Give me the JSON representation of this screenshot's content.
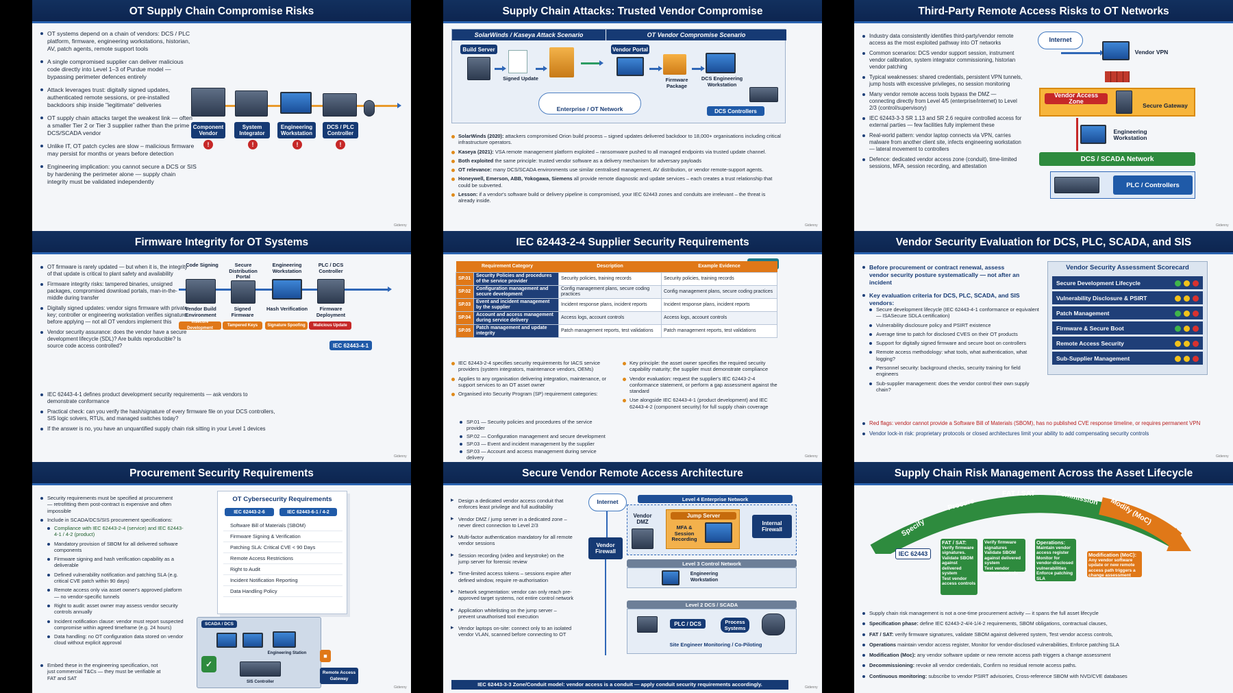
{
  "s1": {
    "title": "OT Supply Chain Compromise Risks",
    "bullets": [
      "OT systems depend on a chain of vendors: DCS / PLC platform, firmware, engineering workstations, historian, AV, patch agents, remote support tools",
      "A single compromised supplier can deliver malicious code directly into Level 1–3 of Purdue model — bypassing perimeter defences entirely",
      "Attack leverages trust: digitally signed updates, authenticated remote sessions, or pre-installed backdoors ship inside \"legitimate\" deliveries",
      "OT supply chain attacks target the weakest link — often a smaller Tier 2 or Tier 3 supplier rather than the prime DCS/SCADA vendor",
      "Unlike IT, OT patch cycles are slow – malicious firmware may persist for months or years before detection",
      "Engineering implication: you cannot secure a DCS or SIS by hardening the perimeter alone — supply chain integrity must be validated independently"
    ],
    "chain": [
      "Component Vendor",
      "System Integrator",
      "Engineering Workstation",
      "DCS / PLC Controller"
    ]
  },
  "s2": {
    "title": "Supply Chain Attacks: Trusted Vendor Compromise",
    "head1": "SolarWinds / Kaseya Attack Scenario",
    "head2": "OT Vendor Compromise Scenario",
    "labels": {
      "build": "Build Server",
      "signed": "Signed Update",
      "portal": "Vendor Portal",
      "fw": "Firmware Package",
      "dcsws": "DCS Engineering Workstation",
      "ent": "Enterprise / OT Network",
      "ctl": "DCS Controllers"
    },
    "bullets": [
      [
        "SolarWinds (2020):",
        " attackers compromised Orion build process – signed updates delivered backdoor to 18,000+ organisations including critical infrastructure operators."
      ],
      [
        "Kaseya (2021):",
        " VSA remote management platform exploited – ransomware pushed to all managed endpoints via trusted update channel."
      ],
      [
        "Both exploited",
        " the same principle: trusted vendor software as a delivery mechanism for adversary payloads"
      ],
      [
        "OT relevance:",
        " many DCS/SCADA environments use similar centralised management, AV distribution, or vendor remote-support agents."
      ],
      [
        "Honeywell, Emerson, ABB, Yokogawa, Siemens",
        " all provide remote diagnostic and update services – each creates a trust relationship that could be subverted."
      ],
      [
        "Lesson:",
        " if a vendor's software build or delivery pipeline is compromised, your IEC 62443 zones and conduits are irrelevant – the threat is already inside."
      ]
    ]
  },
  "s3": {
    "title": "Third-Party Remote Access Risks to OT Networks",
    "bullets": [
      "Industry data consistently identifies third-party/vendor remote access as the most exploited pathway into OT networks",
      "Common scenarios: DCS vendor support session, instrument vendor calibration, system integrator commissioning, historian vendor patching",
      "Typical weaknesses: shared credentials, persistent VPN tunnels, jump hosts with excessive privileges, no session monitoring",
      "Many vendor remote access tools bypass the DMZ — connecting directly from Level 4/5 (enterprise/internet) to Level 2/3 (control/supervisory)",
      "IEC 62443-3-3 SR 1.13 and SR 2.6 require controlled access for external parties — few facilities fully implement these",
      "Real-world pattern: vendor laptop connects via VPN, carries malware from another client site, infects engineering workstation — lateral movement to controllers",
      "Defence: dedicated vendor access zone (conduit), time-limited sessions, MFA, session recording, and attestation"
    ],
    "labels": {
      "internet": "Internet",
      "vpn": "Vendor VPN",
      "zone": "Vendor Access Zone",
      "gw": "Secure Gateway",
      "ews": "Engineering Workstation",
      "dcs": "DCS / SCADA Network",
      "plc": "PLC / Controllers"
    }
  },
  "s4": {
    "title": "Firmware Integrity for OT Systems",
    "bullets": [
      "OT firmware is rarely updated — but when it is, the integrity of that update is critical to plant safety and availability",
      "Firmware integrity risks: tampered binaries, unsigned packages, compromised download portals, man-in-the-middle during transfer",
      "Digitally signed updates: vendor signs firmware with private key; controller or engineering workstation verifies signature before applying — not all OT vendors implement this",
      "Vendor security assurance: does the vendor have a secure development lifecycle (SDL)? Are builds reproducible? Is source code access controlled?",
      "IEC 62443-4-1 defines product development security requirements — ask vendors to demonstrate conformance",
      "Practical check: can you verify the hash/signature of every firmware file on your DCS controllers, SIS logic solvers, RTUs, and managed switches today?",
      "If the answer is no, you have an unquantified supply chain risk sitting in your Level 1 devices"
    ],
    "steps": [
      "Code Signing",
      "Secure Distribution Portal",
      "Engineering Workstation",
      "PLC / DCS Controller"
    ],
    "under": [
      "Vendor Build Environment",
      "Signed Firmware",
      "Hash Verification",
      "Firmware Deployment"
    ],
    "threats": [
      "Insecure Development",
      "Tampered Keys",
      "Signature Spoofing",
      "Malicious Update"
    ],
    "badge": "IEC 62443-4-1"
  },
  "s5": {
    "title": "IEC 62443-2-4 Supplier Security Requirements",
    "badge": "IEC 62443",
    "table": {
      "headers": [
        "Requirement Category",
        "Description",
        "Example Evidence"
      ],
      "rows": [
        [
          "SP.01",
          "Security Policies and procedures of the service provider",
          "Security policies, training records",
          "Security policies, training records"
        ],
        [
          "SP.02",
          "Configuration management and secure development",
          "Config management plans, secure coding practices",
          "Config management plans, secure coding practices"
        ],
        [
          "SP.03",
          "Event and incident management by the supplier",
          "Incident response plans, incident reports",
          "Incident response plans, incident reports"
        ],
        [
          "SP.04",
          "Account and access management during service delivery",
          "Access logs, account controls",
          "Access logs, account controls"
        ],
        [
          "SP.05",
          "Patch management and update integrity",
          "Patch management reports, test validations",
          "Patch management reports, test validations"
        ]
      ]
    },
    "left": [
      "IEC 62443-2-4 specifies security requirements for IACS service providers (system integrators, maintenance vendors, OEMs)",
      "Applies to any organisation delivering integration, maintenance, or support services to an OT asset owner",
      "Organised into Security Program (SP) requirement categories:"
    ],
    "sub": [
      "SP.01 — Security policies and procedures of the service provider",
      "SP.02 — Configuration management and secure development",
      "SP.03 — Event and incident management by the supplier",
      "SP.03 — Account and access management during service delivery"
    ],
    "right": [
      "Key principle: the asset owner specifies the required security capability maturity; the supplier must demonstrate compliance",
      "Vendor evaluation: request the supplier's IEC 62443-2-4 conformance statement, or perform a gap assessment against the standard",
      "Use alongside IEC 62443-4-1 (product development) and IEC 62443-4-2 (component security) for full supply chain coverage"
    ]
  },
  "s6": {
    "title": "Vendor Security Evaluation for DCS, PLC, SCADA, and SIS",
    "b1": "Before procurement or contract renewal, assess vendor security posture systematically — not after an incident",
    "b2": "Key evaluation criteria for DCS, PLC, SCADA, and SIS vendors:",
    "sub": [
      "Secure development lifecycle (IEC 62443-4-1 conformance or equivalent — ISASecure SDLA certification)",
      "Vulnerability disclosure policy and PSIRT existence",
      "Average time to patch for disclosed CVES on their OT products",
      "Support for digitally signed firmware and secure boot on controllers",
      "Remote access methodology: what tools, what authentication, what logging?",
      "Personnel security: background checks, security training for field engineers",
      "Sub-supplier management: does the vendor control their own supply chain?"
    ],
    "red": "Red flags: vendor cannot provide a Software Bill of Materials (SBOM), has no published CVE response timeline, or requires permanent VPN",
    "lock": "Vendor lock-in risk: proprietary protocols or closed architectures limit your ability to add compensating security controls",
    "card_title": "Vendor Security Assessment Scorecard",
    "card": [
      "Secure Development Lifecycle",
      "Vulnerability Disclosure & PSIRT",
      "Patch Management",
      "Firmware & Secure Boot",
      "Remote Access Security",
      "Sub-Supplier Management"
    ],
    "colors": {
      "green": "#3fb54a",
      "yellow": "#f2c21b",
      "red": "#d9322f"
    }
  },
  "s7": {
    "title": "Procurement Security Requirements",
    "bullets": [
      "Security requirements must be specified at procurement — retrofitting them post-contract is expensive and often impossible",
      "Include in SCADA/DCS/SIS procurement specifications:"
    ],
    "sub": [
      "Compliance with IEC 62443-2-4 (service) and IEC 62443-4-1 / 4-2 (product)",
      "Mandatory provision of SBOM for all delivered software components",
      "Firmware signing and hash verification capability as a deliverable",
      "Defined vulnerability notification and patching SLA (e.g. critical CVE patch within 90 days)",
      "Remote access only via asset owner's approved platform — no vendor-specific tunnels",
      "Right to audit: asset owner may assess vendor security controls annually",
      "Incident notification clause: vendor must report suspected compromise within agreed timeframe (e.g. 24 hours)",
      "Data handling: no OT configuration data stored on vendor cloud without explicit approval"
    ],
    "last": "Embed these in the engineering specification, not just commercial T&Cs — they must be verifiable at FAT and SAT",
    "doc_title": "OT Cybersecurity Requirements",
    "tags": [
      "IEC 62443-2-6",
      "IEC 62443-6-1 / 4-2"
    ],
    "doc": [
      "Software Bill of Materials (SBOM)",
      "Firmware Signing & Verification",
      "Patching SLA: Critical CVE < 90 Days",
      "Remote Access Restrictions",
      "Right to Audit",
      "Incident Notification Reporting",
      "Data Handling Policy"
    ],
    "labels": {
      "scada": "SCADA / DCS",
      "es": "Engineering Station",
      "sis": "SIS Controller",
      "rag": "Remote Access Gateway"
    }
  },
  "s8": {
    "title": "Secure Vendor Remote Access Architecture",
    "bullets": [
      "Design a dedicated vendor access conduit that enforces least privilege and full auditability",
      "Vendor DMZ / jump server in a dedicated zone – never direct connection to Level 2/3",
      "Multi-factor authentication mandatory for all remote vendor sessions",
      "Session recording (video and keystroke) on the jump server for forensic review",
      "Time-limited access tokens – sessions expire after defined window, require re-authorisation",
      "Network segmentation: vendor can only reach pre-approved target systems, not entire control network",
      "Application whitelisting on the jump server – prevent unauthorised tool execution",
      "Vendor laptops on-site: connect only to an isolated vendor VLAN, scanned before connecting to OT"
    ],
    "footer": "IEC 62443-3-3 Zone/Conduit model: vendor access is a conduit — apply conduit security requirements accordingly.",
    "labels": {
      "internet": "Internet",
      "fw": "Vendor Firewall",
      "l4": "Level 4 Enterprise Network",
      "dmz": "Vendor DMZ",
      "jump": "Jump Server",
      "mfa": "MFA & Session Recording",
      "ifw": "Internal Firewall",
      "l3": "Level 3 Control Network",
      "ews": "Engineering Workstation",
      "l2": "Level 2 DCS / SCADA",
      "plc": "PLC / DCS",
      "proc": "Process Systems",
      "site": "Site Engineer Monitoring / Co-Piloting"
    }
  },
  "s9": {
    "title": "Supply Chain Risk Management Across the Asset Lifecycle",
    "phases": [
      "Specify",
      "Procure",
      "FAT / SAT",
      "Commission",
      "Modify (MoC)"
    ],
    "iec": "IEC 62443",
    "cards": [
      [
        "FAT / SAT:",
        "Verify firmware signatures.",
        "Validate SBOM against delivered system",
        "Test vendor access controls"
      ],
      [
        "Verify firmware signatures",
        "Validate SBOM against delivered system",
        "Test vendor access controls"
      ],
      [
        "Operations:",
        "Maintain vendor access register",
        "Monitor for vendor-disclosed vulnerabilities",
        "Enforce patching SLA"
      ],
      [
        "Modification (MoC):",
        "Any vendor software update or new remote access path triggers a change assessment"
      ]
    ],
    "bullets": [
      [
        "",
        "Supply chain risk management is not a one-time procurement activity — it spans the full asset lifecycle"
      ],
      [
        "Specification phase:",
        " define IEC 62443-2-4/4-1/4-2 requirements, SBOM obligations, contractual clauses,"
      ],
      [
        "FAT / SAT:",
        " verify firmware signatures, validate SBOM against delivered system, Test vendor access controls,"
      ],
      [
        "Operations",
        " maintain vendor access register, Monitor for vendor-disclosed vulnerabilities, Enforce patching SLA"
      ],
      [
        "Modification (Moc):",
        " any vendor software update or new remote access path triggers a change assessment"
      ],
      [
        "Decommissioning:",
        " revoke all vendor credentials, Confirm no residual remote access paths."
      ],
      [
        "Continuous monitoring:",
        " subscribe to vendor PSIRT advisories, Cross-reference SBOM with NVD/CVE databases"
      ]
    ]
  },
  "watermark": "Gidenny"
}
